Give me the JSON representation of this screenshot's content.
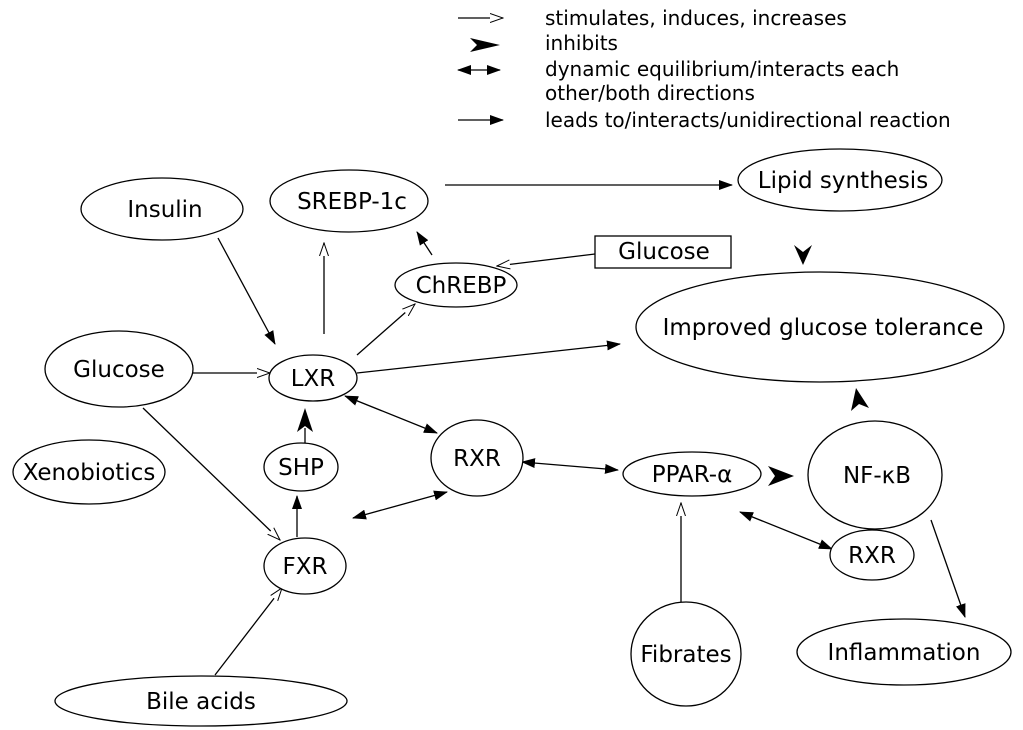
{
  "legend": {
    "stimulates": "stimulates, induces, increases",
    "inhibits": "inhibits",
    "dynamic_line1": "dynamic equilibrium/interacts each",
    "dynamic_line2": "other/both directions",
    "leads_to": "leads to/interacts/unidirectional reaction"
  },
  "nodes": {
    "insulin": "Insulin",
    "srebp1c": "SREBP-1c",
    "lipid_synthesis": "Lipid synthesis",
    "glucose_box": "Glucose",
    "chrebp": "ChREBP",
    "improved_glucose_tolerance": "Improved glucose tolerance",
    "glucose": "Glucose",
    "lxr": "LXR",
    "xenobiotics": "Xenobiotics",
    "shp": "SHP",
    "rxr_center": "RXR",
    "ppar_alpha": "PPAR-α",
    "nf_kb": "NF-κB",
    "fxr": "FXR",
    "rxr_right": "RXR",
    "fibrates": "Fibrates",
    "inflammation": "Inflammation",
    "bile_acids": "Bile acids"
  },
  "edges": [
    {
      "from": "srebp1c",
      "to": "lipid_synthesis",
      "type": "leads_to"
    },
    {
      "from": "insulin",
      "to": "lxr",
      "type": "leads_to"
    },
    {
      "from": "lxr",
      "to": "srebp1c",
      "type": "stimulates"
    },
    {
      "from": "chrebp",
      "to": "srebp1c",
      "type": "leads_to"
    },
    {
      "from": "glucose_box",
      "to": "chrebp",
      "type": "stimulates"
    },
    {
      "from": "lxr",
      "to": "chrebp",
      "type": "stimulates"
    },
    {
      "from": "lipid_synthesis",
      "to": "improved_glucose_tolerance",
      "type": "inhibits"
    },
    {
      "from": "lxr",
      "to": "improved_glucose_tolerance",
      "type": "leads_to"
    },
    {
      "from": "glucose",
      "to": "lxr",
      "type": "stimulates"
    },
    {
      "from": "glucose",
      "to": "fxr",
      "type": "stimulates"
    },
    {
      "from": "shp",
      "to": "lxr",
      "type": "inhibits"
    },
    {
      "from": "fxr",
      "to": "shp",
      "type": "leads_to"
    },
    {
      "from": "lxr",
      "to": "rxr_center",
      "type": "dynamic"
    },
    {
      "from": "fxr",
      "to": "rxr_center",
      "type": "dynamic"
    },
    {
      "from": "rxr_center",
      "to": "ppar_alpha",
      "type": "dynamic"
    },
    {
      "from": "ppar_alpha",
      "to": "nf_kb",
      "type": "inhibits"
    },
    {
      "from": "nf_kb",
      "to": "improved_glucose_tolerance",
      "type": "inhibits"
    },
    {
      "from": "ppar_alpha",
      "to": "rxr_right",
      "type": "dynamic"
    },
    {
      "from": "nf_kb",
      "to": "inflammation",
      "type": "leads_to"
    },
    {
      "from": "fibrates",
      "to": "ppar_alpha",
      "type": "stimulates"
    },
    {
      "from": "bile_acids",
      "to": "fxr",
      "type": "stimulates"
    }
  ]
}
